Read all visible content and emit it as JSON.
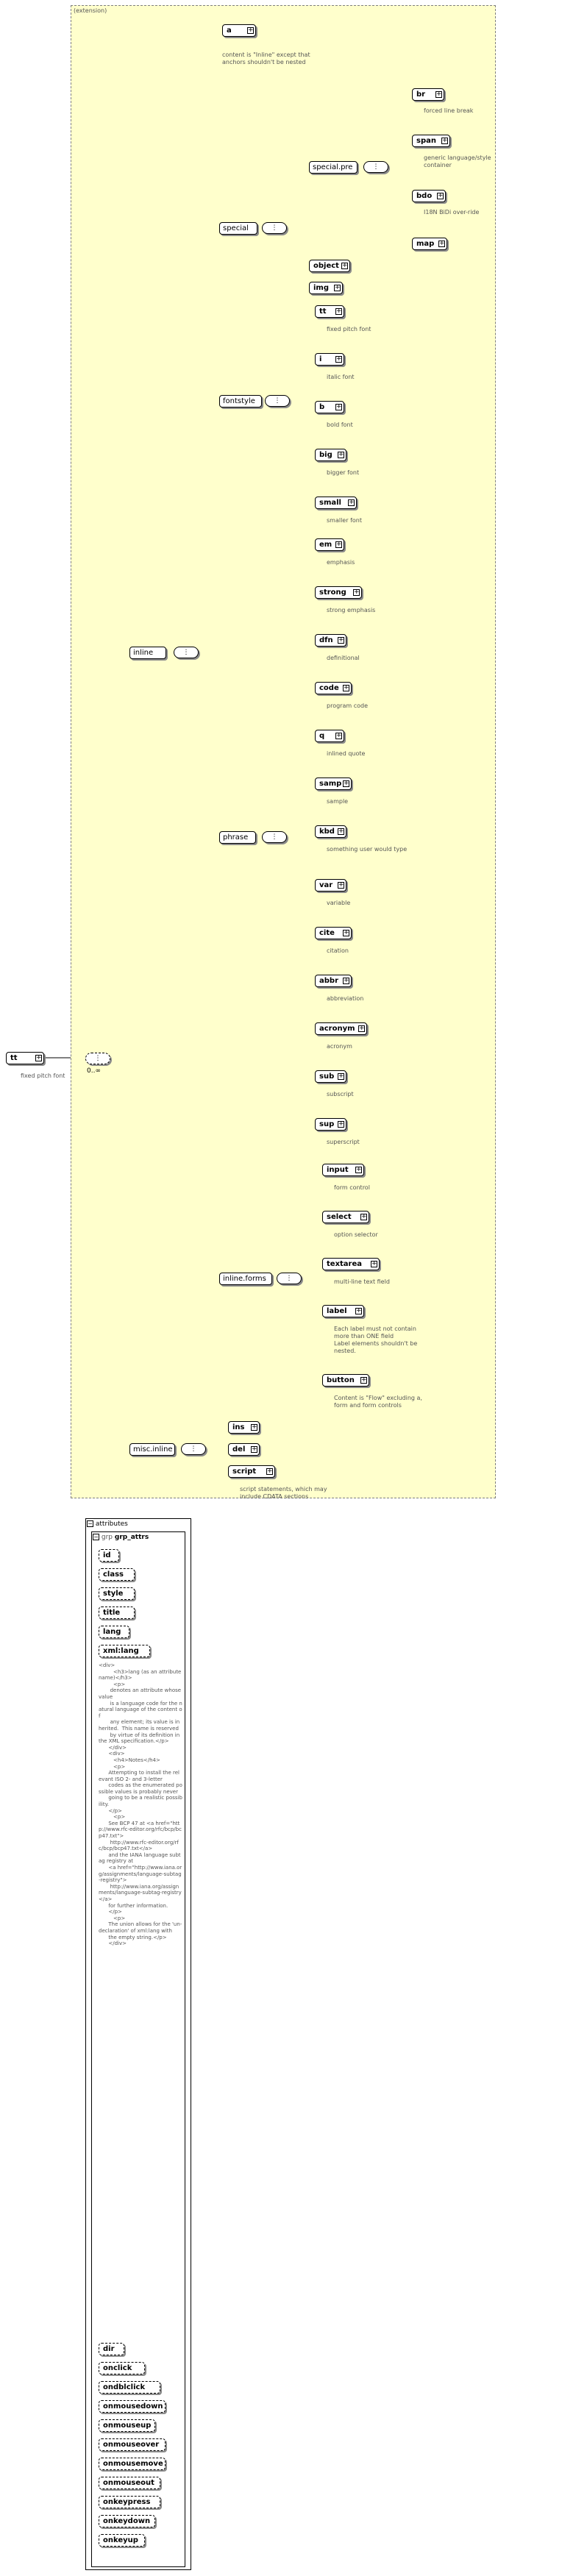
{
  "root": {
    "name": "tt",
    "doc": "fixed pitch font",
    "occurs": "0..∞"
  },
  "extension_label": "(extension)",
  "inline": {
    "name": "inline",
    "children": [
      {
        "id": "a",
        "name": "a",
        "doc": "content is \"Inline\" except that anchors shouldn't be nested"
      },
      {
        "id": "special",
        "name": "special",
        "children": [
          {
            "id": "specialpre",
            "name": "special.pre",
            "children": [
              {
                "name": "br",
                "doc": "forced line break"
              },
              {
                "name": "span",
                "doc": "generic language/style container"
              },
              {
                "name": "bdo",
                "doc": "I18N BiDi over-ride"
              },
              {
                "name": "map",
                "doc": ""
              }
            ]
          },
          {
            "name": "object",
            "doc": ""
          },
          {
            "name": "img",
            "doc": ""
          }
        ]
      },
      {
        "id": "fontstyle",
        "name": "fontstyle",
        "children": [
          {
            "name": "tt",
            "doc": "fixed pitch font"
          },
          {
            "name": "i",
            "doc": "italic font"
          },
          {
            "name": "b",
            "doc": "bold font"
          },
          {
            "name": "big",
            "doc": "bigger font"
          },
          {
            "name": "small",
            "doc": "smaller font"
          }
        ]
      },
      {
        "id": "phrase",
        "name": "phrase",
        "children": [
          {
            "name": "em",
            "doc": "emphasis"
          },
          {
            "name": "strong",
            "doc": "strong emphasis"
          },
          {
            "name": "dfn",
            "doc": "definitional"
          },
          {
            "name": "code",
            "doc": "program code"
          },
          {
            "name": "q",
            "doc": "inlined quote"
          },
          {
            "name": "samp",
            "doc": "sample"
          },
          {
            "name": "kbd",
            "doc": "something user would type"
          },
          {
            "name": "var",
            "doc": "variable"
          },
          {
            "name": "cite",
            "doc": "citation"
          },
          {
            "name": "abbr",
            "doc": "abbreviation"
          },
          {
            "name": "acronym",
            "doc": "acronym"
          },
          {
            "name": "sub",
            "doc": "subscript"
          },
          {
            "name": "sup",
            "doc": "superscript"
          }
        ]
      },
      {
        "id": "inlineforms",
        "name": "inline.forms",
        "children": [
          {
            "name": "input",
            "doc": "form control"
          },
          {
            "name": "select",
            "doc": "option selector"
          },
          {
            "name": "textarea",
            "doc": "multi-line text field"
          },
          {
            "name": "label",
            "doc": "Each label must not contain more than ONE field\n      Label elements shouldn't be nested."
          },
          {
            "name": "button",
            "doc": "Content is \"Flow\" excluding a, form and form controls"
          }
        ]
      }
    ]
  },
  "misc": {
    "name": "misc.inline",
    "children": [
      {
        "name": "ins",
        "doc": ""
      },
      {
        "name": "del",
        "doc": ""
      },
      {
        "name": "script",
        "doc": "script statements, which may include CDATA sections"
      }
    ]
  },
  "attributes": {
    "label": "attributes",
    "group": "grp_attrs",
    "items": [
      "id",
      "class",
      "style",
      "title",
      "lang",
      "xml:lang"
    ],
    "xml_lang_doc": "<div>\n         <h3>lang (as an attribute name)</h3>\n         <p>\n       denotes an attribute whose value\n       is a language code for the natural language of the content of\n       any element; its value is inherited.  This name is reserved\n       by virtue of its definition in the XML specification.</p>\n      </div>\n      <div>\n         <h4>Notes</h4>\n         <p>\n      Attempting to install the relevant ISO 2- and 3-letter\n      codes as the enumerated possible values is probably never\n      going to be a realistic possibility.\n      </p>\n         <p>\n      See BCP 47 at <a href=\"http://www.rfc-editor.org/rfc/bcp/bcp47.txt\">\n       http://www.rfc-editor.org/rfc/bcp/bcp47.txt</a>\n      and the IANA language subtag registry at\n      <a href=\"http://www.iana.org/assignments/language-subtag-registry\">\n       http://www.iana.org/assignments/language-subtag-registry</a>\n      for further information.\n      </p>\n         <p>\n      The union allows for the 'un-declaration' of xml:lang with\n      the empty string.</p>\n      </div>",
    "events": [
      "dir",
      "onclick",
      "ondblclick",
      "onmousedown",
      "onmouseup",
      "onmouseover",
      "onmousemove",
      "onmouseout",
      "onkeypress",
      "onkeydown",
      "onkeyup"
    ]
  }
}
